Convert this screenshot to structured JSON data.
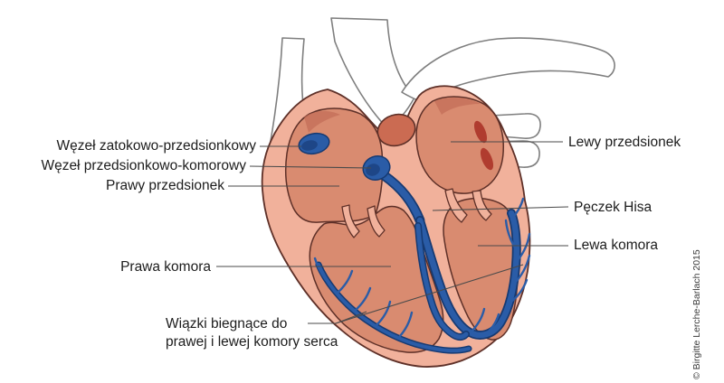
{
  "figure": {
    "title_hidden": "",
    "labels": {
      "sa_node": "Węzeł zatokowo-przedsionkowy",
      "av_node": "Węzeł przedsionkowo-komorowy",
      "right_atrium": "Prawy przedsionek",
      "right_ventricle": "Prawa komora",
      "bundles_line1": "Wiązki biegnące do",
      "bundles_line2": "prawej i lewej komory serca",
      "left_atrium": "Lewy przedsionek",
      "his_bundle": "Pęczek Hisa",
      "left_ventricle": "Lewa komora"
    },
    "credit": "© Birgitte Lerche-Barlach 2015",
    "colors": {
      "background": "#FFFFFF",
      "heart_wall": "#F1B19B",
      "chamber_interior": "#D98B70",
      "aorta_bump": "#CB6B52",
      "vein_opening": "#B03C2F",
      "outline": "#5E3028",
      "conduction_blue": "#2A5CA7",
      "conduction_dark": "#163A72",
      "vessel_outline": "#7F7F7F",
      "leader_line": "#4A4A4A",
      "label_text": "#1C1C1C"
    }
  }
}
